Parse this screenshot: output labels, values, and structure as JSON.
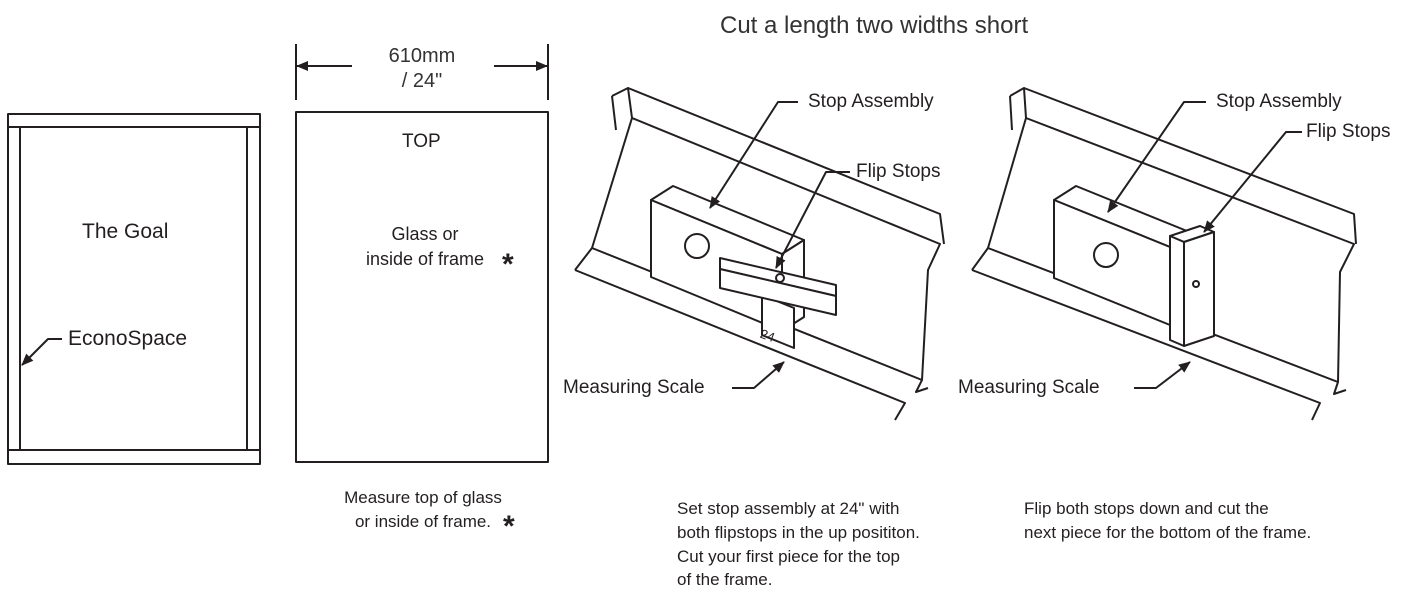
{
  "header": {
    "title": "Cut a length two widths short"
  },
  "goal_panel": {
    "title": "The Goal",
    "arrow_label": "EconoSpace"
  },
  "measure_panel": {
    "dimension": "610mm\n/ 24\"",
    "top_label": "TOP",
    "inner_text": "Glass or\ninside of frame",
    "asterisk": "*",
    "caption": "Measure top of glass\nor inside of frame.",
    "caption_asterisk": "*"
  },
  "step_one": {
    "stop_assembly_label": "Stop Assembly",
    "flip_stops_label": "Flip Stops",
    "measuring_scale_label": "Measuring Scale",
    "scale_mark": "24",
    "caption": "Set stop assembly at 24\" with\nboth flipstops in the up posititon.\nCut your first piece for the top\nof the frame."
  },
  "step_two": {
    "stop_assembly_label": "Stop Assembly",
    "flip_stops_label": "Flip Stops",
    "measuring_scale_label": "Measuring Scale",
    "caption": "Flip both stops down and cut the\nnext piece for the bottom of the frame."
  }
}
